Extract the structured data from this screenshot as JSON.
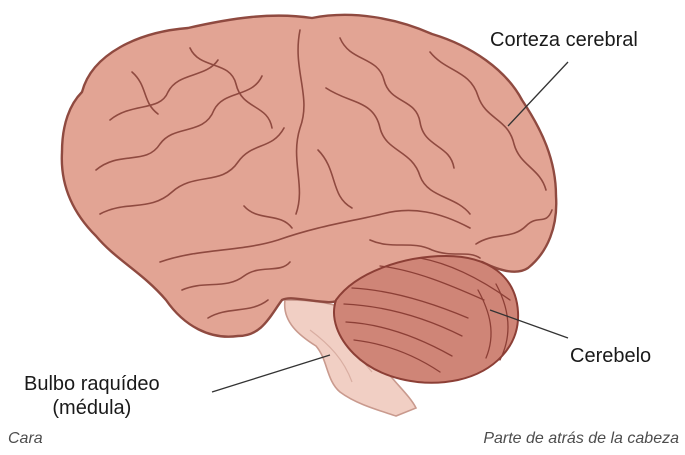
{
  "labels": {
    "cortex": "Corteza cerebral",
    "cerebellum": "Cerebelo",
    "medulla_line1": "Bulbo raquídeo",
    "medulla_line2": "(médula)"
  },
  "orientation": {
    "front": "Cara",
    "back": "Parte de atrás de la cabeza"
  },
  "colors": {
    "cerebrum_fill": "#e2a494",
    "cerebrum_outline": "#8f4a40",
    "cerebellum_fill": "#cf8577",
    "cerebellum_lines": "#8c3f36",
    "brainstem_fill": "#f1cfc4",
    "brainstem_outline": "#c99a8e",
    "leader_line": "#333333"
  }
}
